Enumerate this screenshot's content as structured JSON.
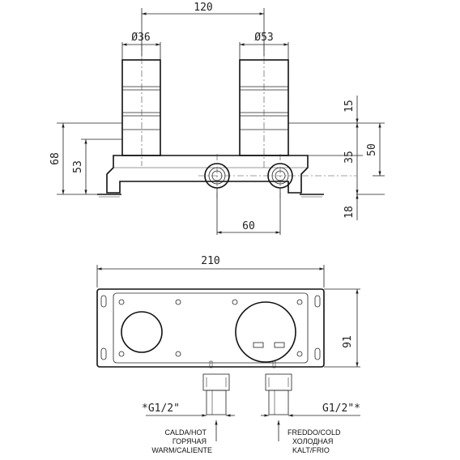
{
  "dimensions": {
    "top_width": "120",
    "left_diameter": "Ø36",
    "right_diameter": "Ø53",
    "height_68": "68",
    "height_53": "53",
    "height_15": "15",
    "height_35": "35",
    "height_50": "50",
    "height_18": "18",
    "outlet_spacing": "60",
    "plate_width": "210",
    "plate_height": "91"
  },
  "connections": {
    "left_thread": "*G1/2\"",
    "right_thread": "G1/2\"*",
    "hot_label_lines": [
      "CALDA/HOT",
      "ГОРЯЧАЯ",
      "WARM/CALIENTE"
    ],
    "cold_label_lines": [
      "FREDDO/COLD",
      "ХОЛОДНАЯ",
      "KALT/FRIO"
    ]
  },
  "colors": {
    "line": "#222222",
    "background": "#ffffff"
  }
}
